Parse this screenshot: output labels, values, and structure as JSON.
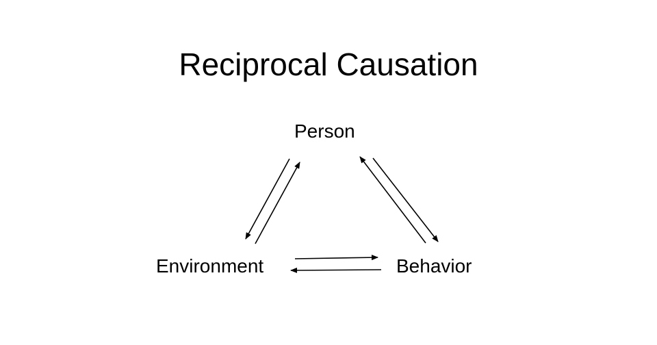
{
  "slide": {
    "title": "Reciprocal Causation"
  },
  "nodes": {
    "person": "Person",
    "environment": "Environment",
    "behavior": "Behavior"
  },
  "colors": {
    "background": "#ffffff",
    "text": "#000000",
    "arrow": "#000000"
  }
}
